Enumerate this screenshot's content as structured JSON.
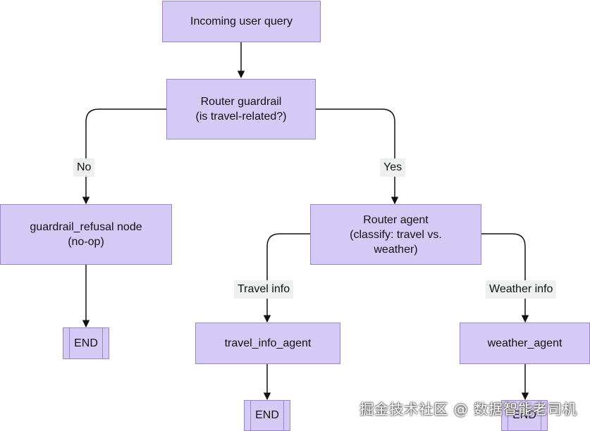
{
  "nodes": {
    "incoming": "Incoming user query",
    "guardrail": "Router guardrail\n(is travel-related?)",
    "refusal": "guardrail_refusal node\n(no-op)",
    "router_agent": "Router agent\n(classify: travel vs.\nweather)",
    "travel_agent": "travel_info_agent",
    "weather_agent": "weather_agent",
    "end_refusal": "END",
    "end_travel": "END",
    "end_weather": "END"
  },
  "edges": {
    "no": "No",
    "yes": "Yes",
    "travel_info": "Travel info",
    "weather_info": "Weather info"
  },
  "watermark": "掘金技术社区 @ 数据智能老司机",
  "colors": {
    "node_fill": "#d5c9f5",
    "node_border": "#9b86c7",
    "label_bg": "#eef0ef",
    "line": "#111111"
  }
}
